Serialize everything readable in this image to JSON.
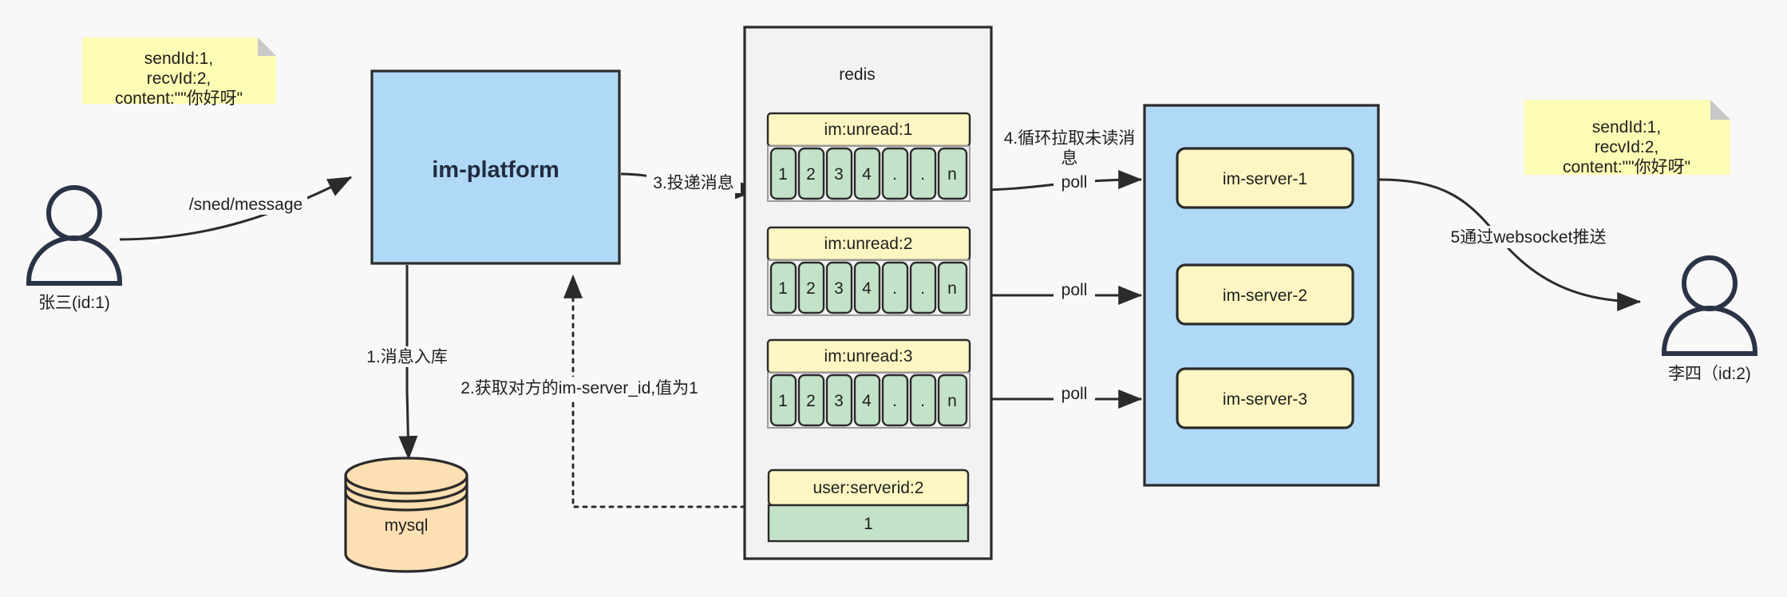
{
  "diagram": {
    "title": "IM message delivery architecture",
    "colors": {
      "background": "#f8f8f9",
      "note_fill": "#fdfcb4",
      "note_fold": "#c8c8c8",
      "blue_fill": "#b0d8f7",
      "yellow_fill": "#fdf6c3",
      "green_fill": "#c3e3c8",
      "orange_fill": "#fcdfb3",
      "container_fill": "#f2f2f3",
      "stroke": "#2b2b2b",
      "actor_stroke": "#2b3446",
      "text": "#1f1f1f"
    }
  },
  "notes": {
    "left": {
      "line1": "sendId:1,",
      "line2": "recvId:2,",
      "line3": "content:\"\"你好呀\""
    },
    "right": {
      "line1": "sendId:1,",
      "line2": "recvId:2,",
      "line3": "content:\"\"你好呀\""
    }
  },
  "actors": {
    "sender": {
      "label": "张三(id:1)"
    },
    "receiver": {
      "label": "李四（id:2)"
    }
  },
  "nodes": {
    "platform": {
      "label": "im-platform"
    },
    "mysql": {
      "label": "mysql"
    },
    "redis": {
      "label": "redis"
    },
    "servers": [
      {
        "label": "im-server-1"
      },
      {
        "label": "im-server-2"
      },
      {
        "label": "im-server-3"
      }
    ]
  },
  "redis_keys": [
    {
      "name": "im:unread:1",
      "cells": [
        "1",
        "2",
        "3",
        "4",
        ".",
        ".",
        "n"
      ]
    },
    {
      "name": "im:unread:2",
      "cells": [
        "1",
        "2",
        "3",
        "4",
        ".",
        ".",
        "n"
      ]
    },
    {
      "name": "im:unread:3",
      "cells": [
        "1",
        "2",
        "3",
        "4",
        ".",
        ".",
        "n"
      ]
    }
  ],
  "redis_serverid": {
    "name": "user:serverid:2",
    "value": "1"
  },
  "edge_labels": {
    "send_message": "/sned/message",
    "step1": "1.消息入库",
    "step2": "2.获取对方的im-server_id,值为1",
    "step3": "3.投递消息",
    "step4_line1": "4.循环拉取未读消",
    "step4_line2": "息",
    "poll1": "poll",
    "poll2": "poll",
    "poll3": "poll",
    "step5": "5通过websocket推送"
  }
}
